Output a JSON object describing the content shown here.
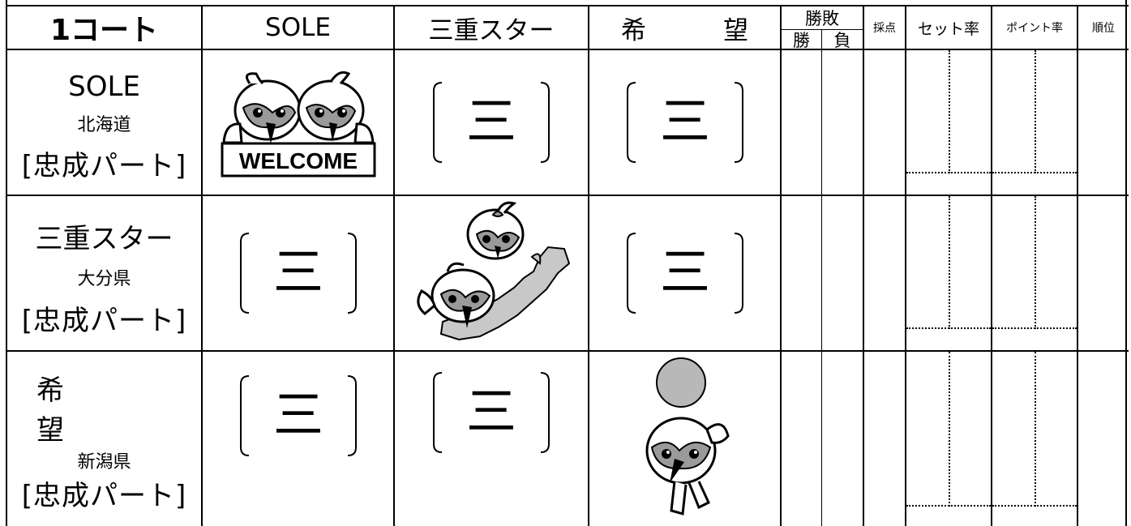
{
  "header": {
    "court": "1コート",
    "teams": [
      "SOLE",
      "三重スター",
      "希　望"
    ],
    "shouhai": "勝敗",
    "win": "勝",
    "loss": "負",
    "saiten": "採点",
    "set_rate": "セット率",
    "point_rate": "ポイント率",
    "rank": "順位"
  },
  "rows": [
    {
      "name": "SOLE",
      "prefecture": "北海道",
      "part": "[忠成パート]"
    },
    {
      "name": "三重スター",
      "prefecture": "大分県",
      "part": "[忠成パート]"
    },
    {
      "name": "希　望",
      "prefecture": "新潟県",
      "part": "[忠成パート]"
    }
  ],
  "score_placeholder": "三",
  "welcome_sign": "WELCOME",
  "colors": {
    "grid": "#000000",
    "mascot_gray": "#9a9a9a",
    "map_gray": "#c8c8c8"
  }
}
